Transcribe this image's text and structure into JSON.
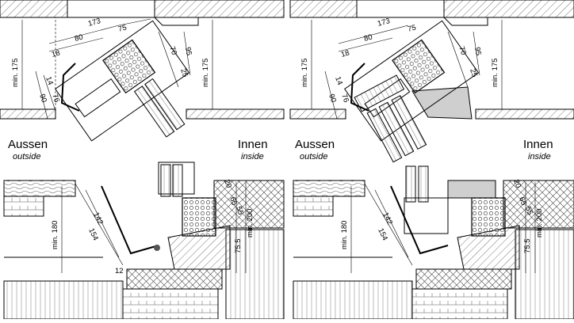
{
  "labels": {
    "outside": "Aussen",
    "outside_en": "outside",
    "inside": "Innen",
    "inside_en": "inside"
  },
  "dimensions": {
    "top": {
      "d173": "173",
      "d75": "75",
      "d80": "80",
      "d18": "18",
      "d70": "70",
      "d95": "95",
      "d25": "25",
      "d14": "14",
      "d90": "90",
      "d76": "76",
      "min175_left": "min. 175",
      "min175_right": "min. 175"
    },
    "bottom": {
      "min180": "min. 180",
      "d142": "142",
      "d154": "154",
      "d20": "20",
      "d65": "65",
      "d55": "55",
      "min200": "min. 200",
      "d75_5": "75.5",
      "d12": "12"
    }
  },
  "colors": {
    "line": "#000000",
    "hatch": "#555555",
    "glazing_fill": "#e8e8e8",
    "grey_panel": "#cfcfcf"
  }
}
